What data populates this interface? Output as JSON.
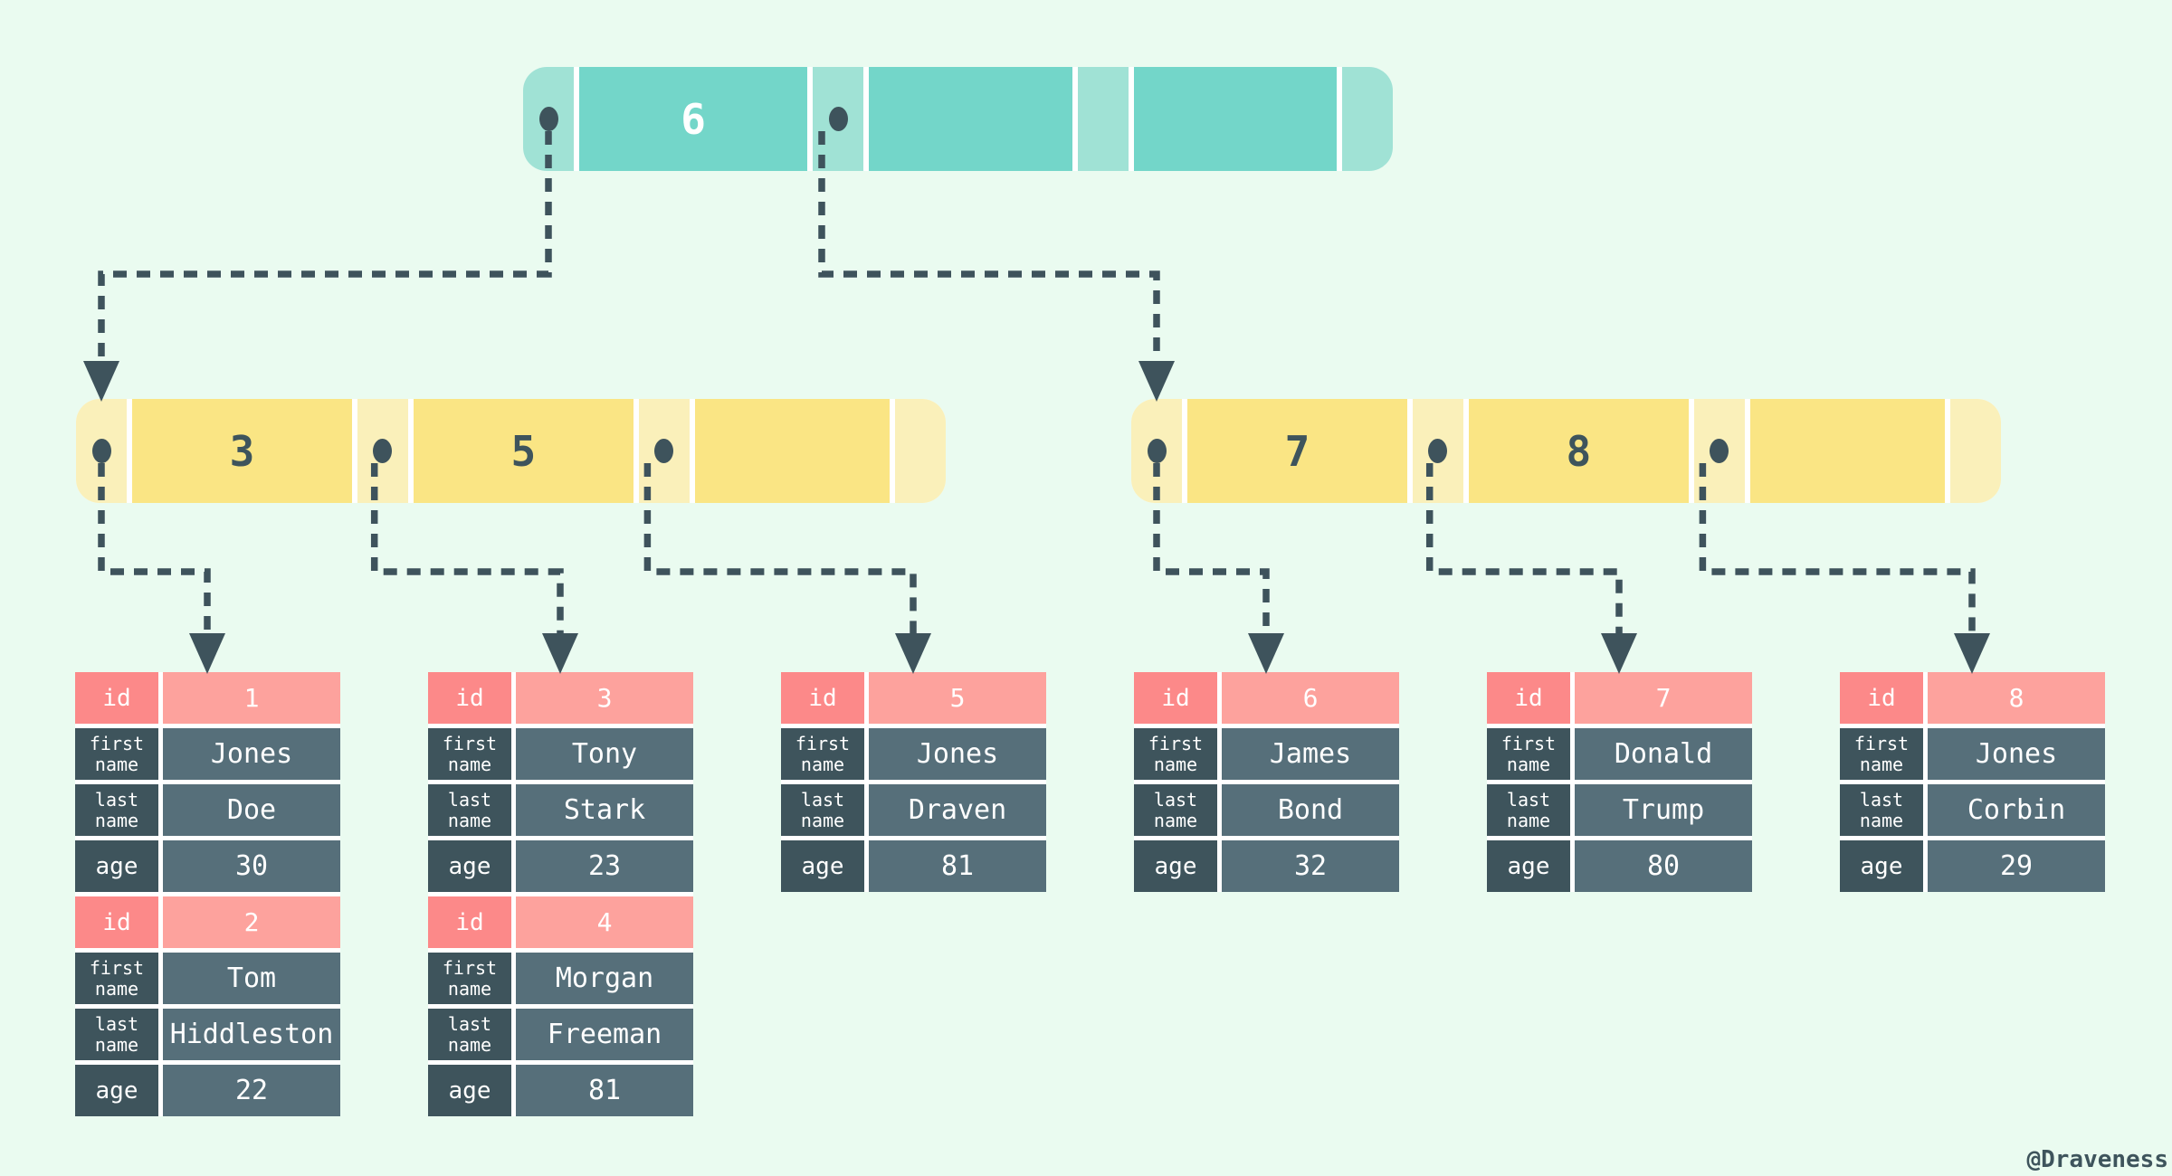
{
  "colors": {
    "background": "#eafbf0",
    "teal_key": "#73d6c9",
    "teal_pointer": "#a0e2d5",
    "yellow_key": "#fae584",
    "yellow_pointer": "#faf0ba",
    "red_label": "#fc8989",
    "red_value": "#fda29d",
    "slate_label": "#3e545c",
    "slate_value": "#566f7a",
    "line": "#3e535c",
    "cell_gap": "#ffffff"
  },
  "tree": {
    "root": {
      "variant": "teal",
      "cells": [
        {
          "type": "pointer",
          "dot": true
        },
        {
          "type": "key",
          "value": "6"
        },
        {
          "type": "pointer",
          "dot": true
        },
        {
          "type": "key",
          "value": ""
        },
        {
          "type": "pointer",
          "dot": false
        },
        {
          "type": "key",
          "value": ""
        },
        {
          "type": "end"
        }
      ]
    },
    "left_internal": {
      "variant": "yellow",
      "cells": [
        {
          "type": "pointer",
          "dot": true
        },
        {
          "type": "key",
          "value": "3"
        },
        {
          "type": "pointer",
          "dot": true
        },
        {
          "type": "key",
          "value": "5"
        },
        {
          "type": "pointer",
          "dot": true
        },
        {
          "type": "key",
          "value": ""
        },
        {
          "type": "end"
        }
      ]
    },
    "right_internal": {
      "variant": "yellow",
      "cells": [
        {
          "type": "pointer",
          "dot": true
        },
        {
          "type": "key",
          "value": "7"
        },
        {
          "type": "pointer",
          "dot": true
        },
        {
          "type": "key",
          "value": "8"
        },
        {
          "type": "pointer",
          "dot": true
        },
        {
          "type": "key",
          "value": ""
        },
        {
          "type": "end"
        }
      ]
    }
  },
  "field_labels": {
    "id": "id",
    "first_name": "first name",
    "last_name": "last name",
    "age": "age"
  },
  "tables": [
    {
      "records": [
        {
          "id": "1",
          "first_name": "Jones",
          "last_name": "Doe",
          "age": "30"
        },
        {
          "id": "2",
          "first_name": "Tom",
          "last_name": "Hiddleston",
          "age": "22"
        }
      ]
    },
    {
      "records": [
        {
          "id": "3",
          "first_name": "Tony",
          "last_name": "Stark",
          "age": "23"
        },
        {
          "id": "4",
          "first_name": "Morgan",
          "last_name": "Freeman",
          "age": "81"
        }
      ]
    },
    {
      "records": [
        {
          "id": "5",
          "first_name": "Jones",
          "last_name": "Draven",
          "age": "81"
        }
      ]
    },
    {
      "records": [
        {
          "id": "6",
          "first_name": "James",
          "last_name": "Bond",
          "age": "32"
        }
      ]
    },
    {
      "records": [
        {
          "id": "7",
          "first_name": "Donald",
          "last_name": "Trump",
          "age": "80"
        }
      ]
    },
    {
      "records": [
        {
          "id": "8",
          "first_name": "Jones",
          "last_name": "Corbin",
          "age": "29"
        }
      ]
    }
  ],
  "watermark": "@Draveness"
}
